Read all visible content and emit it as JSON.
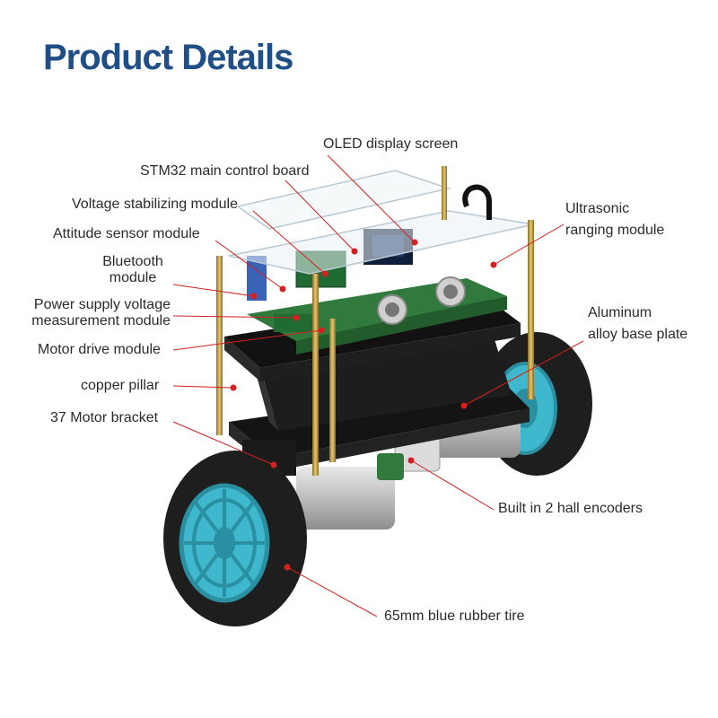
{
  "header": {
    "title": "Product Details"
  },
  "labels": {
    "oled": "OLED display screen",
    "stm32": "STM32 main control board",
    "voltage_stab": "Voltage stabilizing module",
    "attitude": "Attitude sensor module",
    "bluetooth_1": "Bluetooth",
    "bluetooth_2": "module",
    "power_1": "Power supply voltage",
    "power_2": "measurement module",
    "motor_drive": "Motor drive module",
    "copper": "copper pillar",
    "bracket": "37 Motor bracket",
    "ultra_1": "Ultrasonic",
    "ultra_2": "ranging module",
    "alu_1": "Aluminum",
    "alu_2": "alloy base plate",
    "hall": "Built in 2 hall encoders",
    "tire": "65mm blue rubber tire"
  },
  "colors": {
    "title": "#1f4f86",
    "leader_line": "#d42020",
    "wheel_rim": "#3fb7cc",
    "tire": "#1e1e1e",
    "pcb": "#2f7a3c",
    "plate": "#141414",
    "pillar": "#c9a64a"
  }
}
